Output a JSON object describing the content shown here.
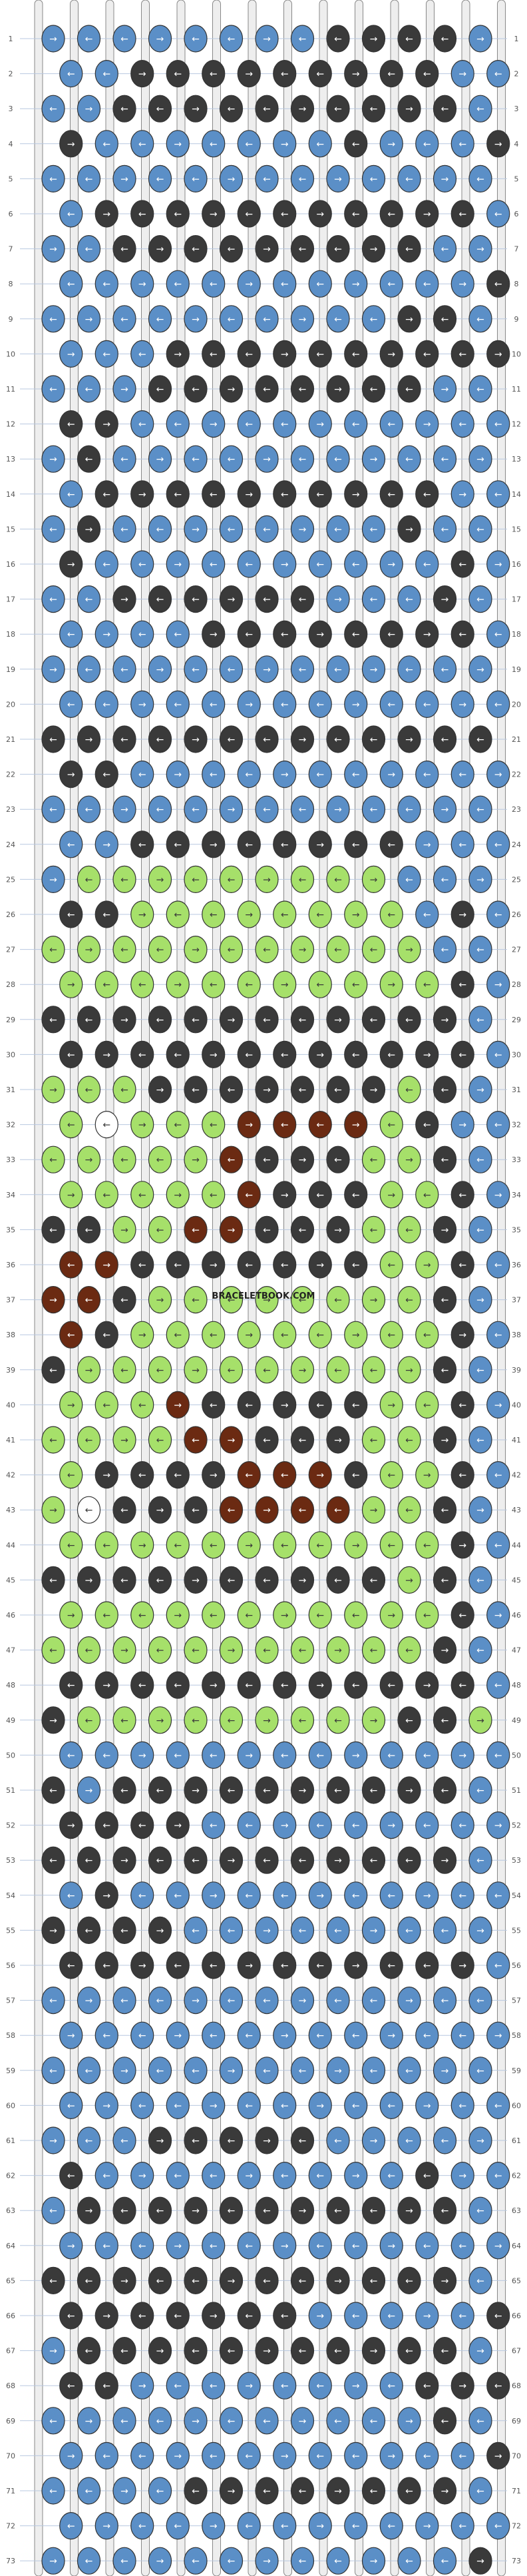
{
  "pattern": {
    "watermark": "BRACELETBOOK.COM",
    "rows": 73,
    "columns": 13,
    "colors": {
      "blue": "#5b8fc7",
      "black": "#3a3a3a",
      "green": "#a6e06a",
      "brown": "#6b2a12",
      "white": "#ffffff",
      "string": "#eeeeee"
    },
    "row_numbers": [
      "1",
      "2",
      "3",
      "4",
      "5",
      "6",
      "7",
      "8",
      "9",
      "10",
      "11",
      "12",
      "13",
      "14",
      "15",
      "16",
      "17",
      "18",
      "19",
      "20",
      "21",
      "22",
      "23",
      "24",
      "25",
      "26",
      "27",
      "28",
      "29",
      "30",
      "31",
      "32",
      "33",
      "34",
      "35",
      "36",
      "37",
      "38",
      "39",
      "40",
      "41",
      "42",
      "43",
      "44",
      "45",
      "46",
      "47",
      "48",
      "49",
      "50",
      "51",
      "52",
      "53",
      "54",
      "55",
      "56",
      "57",
      "58",
      "59",
      "60",
      "61",
      "62",
      "63",
      "64",
      "65",
      "66",
      "67",
      "68",
      "69",
      "70",
      "71",
      "72",
      "73"
    ],
    "grid": [
      "BBBBBBBBKKKKB",
      "BBKKKKKKKKKBB",
      "BBKKKKKKKKKKB",
      "KBBBBBBBKBBBK",
      "BBBBBBBBBBBBB",
      "BKKKKKKKKKKKB",
      "BBKKKKKKKKKBB",
      "BBBBBBBBBBBBK",
      "BBBBBBBBBBKKB",
      "BBBKKKKKKKKKK",
      "BBBKKKKKKKKBB",
      "KKBBBBBBBBBBB",
      "BKBBBBBBBBBBB",
      "BKKKKKKKKKKBB",
      "BKBBBBBBBBKBB",
      "KBBBBBBBBBBKB",
      "BBKKKKKKBBBKB",
      "BBBBKKKKKKKKB",
      "BBBBBBBBBBBBB",
      "BBBBBBBBBBBBB",
      "KKKKKKKKKKKKK",
      "KKBBBBBBBBBBB",
      "BBBBBBBBBBBBB",
      "BBKKKKKKKKBBB",
      "BGGGGGGGGGBBB",
      "KKGGGGGGGGBKB",
      "GGGGGGGGGGGBB",
      "GGGGGGGGGGGKB",
      "KKKKKKKKKKKKB",
      "KKKKKKKKKKKKB",
      "GGGKKKKKKKGKB",
      "GWGGGRRRRGKBB",
      "GGGGGRKKKGGKB",
      "GGGGGRKKKGGKB",
      "KKGGRRKKKGGKB",
      "RRKKKKKKKGGKB",
      "RRKGGGGGGGGKB",
      "RKGGGGGGGGGKB",
      "KGGGGGGGGGGKB",
      "GGGRKKKKKGGKB",
      "GGGGRRKKKGGKB",
      "GKKKKRRRKGGKB",
      "GWKKKRRRRGGKB",
      "GGGGGGGGGGGKB",
      "KKKKKKKKKKGKB",
      "GGGGGGGGGGGKB",
      "GGGGGGGGGGGKB",
      "KKKKKKKKKKKKB",
      "KGGGGGGGGGKKG",
      "BBBBBBBBBBBBB",
      "KBKKKKKKKKKKB",
      "KKKKBBBBBBBBB",
      "KKKKKKKKKKKKB",
      "BKBBBBBBBBBBB",
      "KKKKBBBBBBBBB",
      "KKKKKKKKKKKKB",
      "BBBBBBBBBBBBB",
      "BBBBBBBBBBBBB",
      "BBBBBBBBBBBBB",
      "BBBBBBBBBBBBB",
      "BBBKKKKKBBBBB",
      "KBBBBBBBBBKBB",
      "BKKKKKKKKKKKB",
      "BBBBBBBBBBBBB",
      "KKKKKKKKKKKKB",
      "KKKKKKKBBBBBK",
      "BKKKKKKKKKKKB",
      "KKBBBBBBBBKKK",
      "BBBBBBBBBBBKB",
      "BBBBBBBBBBBBK",
      "BBBBKKKKKKKKB",
      "BBBBBBBBBBBBB",
      "BBBBBBBBBBBBK"
    ]
  }
}
